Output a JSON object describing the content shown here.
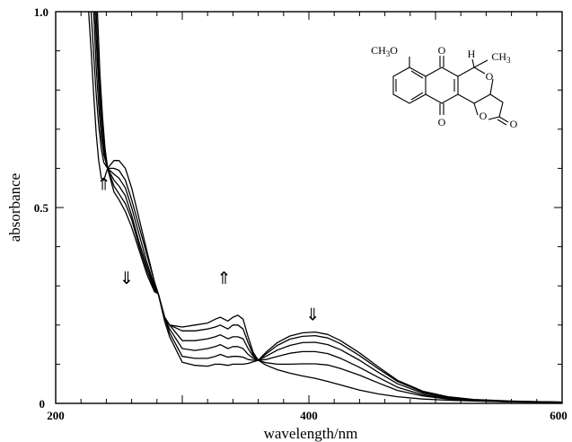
{
  "chart_data": {
    "type": "line",
    "xlabel": "wavelength/nm",
    "ylabel": "absorbance",
    "xlim": [
      200,
      600
    ],
    "ylim": [
      0,
      1.0
    ],
    "x_ticks": [
      200,
      400,
      600
    ],
    "x_tick_labels": [
      "200",
      "400",
      "600"
    ],
    "y_ticks": [
      0,
      0.5,
      1.0
    ],
    "y_tick_labels": [
      "0",
      "0.5",
      "1.0"
    ],
    "grid": false,
    "annotations": [
      {
        "text": "⇑",
        "x": 238,
        "y": 0.545
      },
      {
        "text": "⇓",
        "x": 256,
        "y": 0.305
      },
      {
        "text": "⇑",
        "x": 333,
        "y": 0.305
      },
      {
        "text": "⇓",
        "x": 403,
        "y": 0.212
      }
    ],
    "isosbestic_points": [
      [
        241,
        0.6
      ],
      [
        281,
        0.28
      ],
      [
        360,
        0.11
      ]
    ],
    "structure_labels": {
      "methoxy": "CH3O",
      "hydrogen": "H",
      "methyl": "CH3",
      "ring_o": "O",
      "ketone_top": "O",
      "ketone_bottom": "O",
      "lactone_ring_o": "O",
      "lactone_carbonyl": "O"
    },
    "series": [
      {
        "x": [
          226,
          228,
          230,
          232,
          234,
          236,
          238,
          241,
          246,
          250,
          255,
          260,
          266,
          272,
          278,
          281,
          286,
          290,
          300,
          310,
          320,
          326,
          330,
          336,
          340,
          344,
          348,
          352,
          356,
          360,
          366,
          375,
          385,
          395,
          405,
          415,
          425,
          440,
          455,
          470,
          490,
          510,
          530,
          560,
          600
        ],
        "y": [
          1.0,
          0.9,
          0.79,
          0.69,
          0.62,
          0.575,
          0.57,
          0.6,
          0.62,
          0.62,
          0.6,
          0.55,
          0.47,
          0.39,
          0.31,
          0.28,
          0.22,
          0.2,
          0.195,
          0.2,
          0.205,
          0.215,
          0.22,
          0.21,
          0.22,
          0.225,
          0.215,
          0.17,
          0.13,
          0.11,
          0.098,
          0.086,
          0.077,
          0.07,
          0.064,
          0.056,
          0.047,
          0.034,
          0.024,
          0.017,
          0.011,
          0.008,
          0.006,
          0.004,
          0.003
        ]
      },
      {
        "x": [
          228,
          230,
          232,
          234,
          236,
          238,
          241,
          246,
          250,
          255,
          260,
          266,
          272,
          278,
          281,
          286,
          290,
          300,
          310,
          320,
          326,
          330,
          336,
          340,
          344,
          348,
          352,
          356,
          360,
          366,
          375,
          385,
          395,
          405,
          415,
          425,
          440,
          455,
          470,
          490,
          510,
          530,
          560,
          600
        ],
        "y": [
          1.0,
          0.89,
          0.79,
          0.71,
          0.65,
          0.615,
          0.6,
          0.6,
          0.595,
          0.57,
          0.52,
          0.45,
          0.38,
          0.31,
          0.28,
          0.22,
          0.2,
          0.185,
          0.185,
          0.19,
          0.195,
          0.2,
          0.19,
          0.2,
          0.2,
          0.19,
          0.155,
          0.125,
          0.11,
          0.104,
          0.1,
          0.1,
          0.101,
          0.101,
          0.098,
          0.089,
          0.072,
          0.052,
          0.033,
          0.019,
          0.011,
          0.007,
          0.004,
          0.003
        ]
      },
      {
        "x": [
          230,
          232,
          234,
          236,
          238,
          241,
          246,
          250,
          255,
          260,
          266,
          272,
          278,
          281,
          286,
          290,
          300,
          310,
          320,
          326,
          330,
          336,
          340,
          344,
          348,
          352,
          356,
          360,
          366,
          375,
          385,
          395,
          405,
          415,
          425,
          440,
          455,
          470,
          490,
          510,
          530,
          560,
          600
        ],
        "y": [
          1.0,
          0.86,
          0.76,
          0.68,
          0.635,
          0.6,
          0.585,
          0.575,
          0.55,
          0.5,
          0.43,
          0.36,
          0.3,
          0.28,
          0.22,
          0.2,
          0.16,
          0.16,
          0.165,
          0.17,
          0.175,
          0.165,
          0.17,
          0.17,
          0.165,
          0.14,
          0.12,
          0.11,
          0.112,
          0.12,
          0.128,
          0.132,
          0.132,
          0.127,
          0.115,
          0.092,
          0.066,
          0.041,
          0.022,
          0.012,
          0.007,
          0.004,
          0.003
        ]
      },
      {
        "x": [
          231,
          233,
          235,
          237,
          239,
          241,
          246,
          250,
          255,
          260,
          266,
          272,
          278,
          281,
          286,
          290,
          300,
          310,
          320,
          326,
          330,
          336,
          340,
          344,
          348,
          352,
          356,
          360,
          366,
          375,
          385,
          395,
          405,
          415,
          425,
          440,
          455,
          470,
          490,
          510,
          530,
          560,
          600
        ],
        "y": [
          1.0,
          0.87,
          0.76,
          0.68,
          0.63,
          0.6,
          0.57,
          0.555,
          0.53,
          0.48,
          0.41,
          0.35,
          0.295,
          0.28,
          0.22,
          0.19,
          0.14,
          0.135,
          0.14,
          0.145,
          0.15,
          0.14,
          0.145,
          0.145,
          0.14,
          0.125,
          0.115,
          0.11,
          0.12,
          0.136,
          0.148,
          0.155,
          0.156,
          0.15,
          0.137,
          0.11,
          0.079,
          0.05,
          0.026,
          0.014,
          0.008,
          0.005,
          0.003
        ]
      },
      {
        "x": [
          232,
          234,
          236,
          238,
          241,
          246,
          250,
          255,
          260,
          266,
          272,
          278,
          281,
          286,
          290,
          300,
          310,
          320,
          326,
          330,
          336,
          340,
          344,
          348,
          352,
          356,
          360,
          366,
          375,
          385,
          395,
          405,
          415,
          425,
          440,
          455,
          470,
          490,
          510,
          530,
          560,
          600
        ],
        "y": [
          1.0,
          0.85,
          0.75,
          0.67,
          0.6,
          0.555,
          0.535,
          0.51,
          0.47,
          0.4,
          0.34,
          0.29,
          0.28,
          0.22,
          0.18,
          0.12,
          0.115,
          0.115,
          0.12,
          0.125,
          0.118,
          0.12,
          0.12,
          0.118,
          0.112,
          0.11,
          0.11,
          0.126,
          0.148,
          0.164,
          0.171,
          0.173,
          0.167,
          0.152,
          0.122,
          0.088,
          0.056,
          0.029,
          0.016,
          0.009,
          0.005,
          0.003
        ]
      },
      {
        "x": [
          233,
          235,
          237,
          239,
          241,
          246,
          250,
          255,
          260,
          266,
          272,
          278,
          281,
          286,
          290,
          300,
          310,
          320,
          326,
          330,
          336,
          340,
          344,
          348,
          352,
          356,
          360,
          366,
          375,
          385,
          395,
          405,
          415,
          425,
          440,
          455,
          470,
          490,
          510,
          530,
          560,
          600
        ],
        "y": [
          1.0,
          0.84,
          0.73,
          0.65,
          0.6,
          0.54,
          0.52,
          0.49,
          0.45,
          0.39,
          0.33,
          0.285,
          0.28,
          0.21,
          0.17,
          0.105,
          0.097,
          0.095,
          0.1,
          0.1,
          0.097,
          0.1,
          0.1,
          0.1,
          0.102,
          0.106,
          0.11,
          0.13,
          0.155,
          0.172,
          0.18,
          0.182,
          0.176,
          0.16,
          0.129,
          0.093,
          0.059,
          0.031,
          0.017,
          0.01,
          0.006,
          0.003
        ]
      }
    ]
  }
}
